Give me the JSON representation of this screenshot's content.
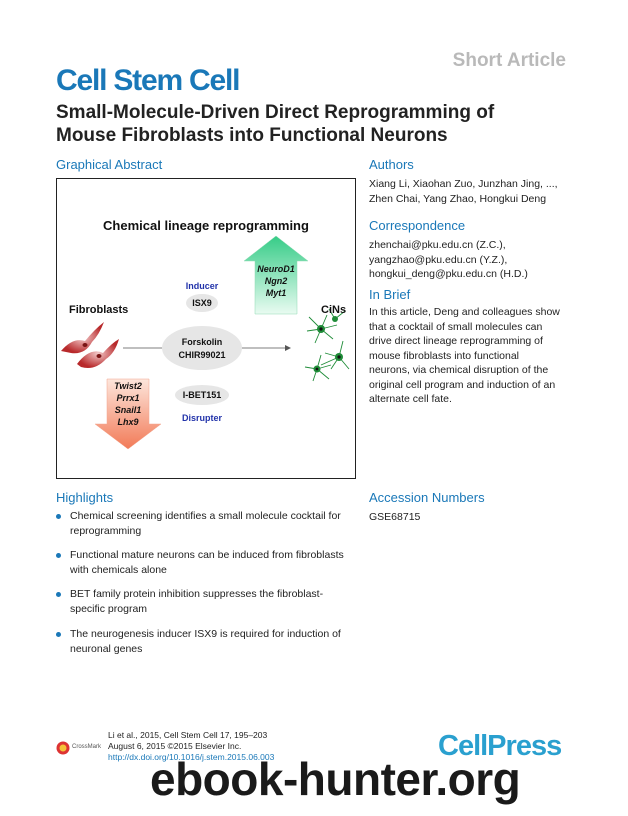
{
  "header": {
    "article_type": "Short Article",
    "journal": "Cell Stem Cell",
    "title_line1": "Small-Molecule-Driven Direct Reprogramming of",
    "title_line2": "Mouse Fibroblasts into Functional Neurons"
  },
  "graphical_abstract": {
    "heading": "Graphical Abstract",
    "diagram_title": "Chemical lineage reprogramming",
    "source_cell": "Fibroblasts",
    "target_cell": "CiNs",
    "inducer_label": "Inducer",
    "inducer_compound": "ISX9",
    "core_compounds": [
      "Forskolin",
      "CHIR99021"
    ],
    "disrupter_compound": "I-BET151",
    "disrupter_label": "Disrupter",
    "up_genes": [
      "NeuroD1",
      "Ngn2",
      "Myt1"
    ],
    "down_genes": [
      "Twist2",
      "Prrx1",
      "Snail1",
      "Lhx9"
    ],
    "colors": {
      "up_arrow": "#3fcf8e",
      "down_arrow": "#f4876a",
      "accent_blue": "#2233aa"
    }
  },
  "authors": {
    "heading": "Authors",
    "lines": [
      "Xiang Li, Xiaohan Zuo, Junzhan Jing, ...,",
      "Zhen Chai, Yang Zhao, Hongkui Deng"
    ]
  },
  "correspondence": {
    "heading": "Correspondence",
    "lines": [
      "zhenchai@pku.edu.cn (Z.C.),",
      "yangzhao@pku.edu.cn (Y.Z.),",
      "hongkui_deng@pku.edu.cn (H.D.)"
    ]
  },
  "in_brief": {
    "heading": "In Brief",
    "lines": [
      "In this article, Deng and colleagues show",
      "that a cocktail of small molecules can",
      "drive direct lineage reprogramming of",
      "mouse fibroblasts into functional",
      "neurons, via chemical disruption of the",
      "original cell program and induction of an",
      "alternate cell fate."
    ]
  },
  "highlights": {
    "heading": "Highlights",
    "items": [
      {
        "line1": "Chemical screening identifies a small molecule cocktail for",
        "line2": "reprogramming"
      },
      {
        "line1": "Functional mature neurons can be induced from fibroblasts",
        "line2": "with chemicals alone"
      },
      {
        "line1": "BET family protein inhibition suppresses the fibroblast-",
        "line2": "specific program"
      },
      {
        "line1": "The neurogenesis inducer ISX9 is required for induction of",
        "line2": "neuronal genes"
      }
    ]
  },
  "accession": {
    "heading": "Accession Numbers",
    "value": "GSE68715"
  },
  "footer": {
    "line1": "Li et al., 2015, Cell Stem Cell 17, 195–203",
    "line2": "August 6, 2015 ©2015 Elsevier Inc.",
    "line3": "http://dx.doi.org/10.1016/j.stem.2015.06.003",
    "crossmark": "CrossMark",
    "publisher_logo": "CellPress",
    "watermark": "ebook-hunter.org"
  },
  "colors": {
    "brand_blue": "#1a78b8",
    "article_type_gray": "#b9b9b9"
  }
}
